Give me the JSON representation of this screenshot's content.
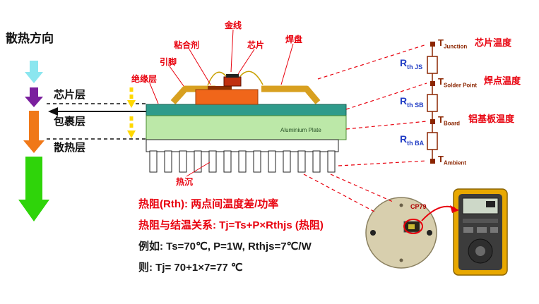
{
  "left_panel": {
    "title": "散热方向",
    "layers": [
      {
        "label": "芯片层"
      },
      {
        "label": "包裹层"
      },
      {
        "label": "散热层"
      }
    ]
  },
  "package_diagram": {
    "labels": {
      "gold_wire": "金线",
      "adhesive": "粘合剂",
      "chip": "芯片",
      "solder_pad": "焊盘",
      "lead_pin": "引脚",
      "insulation": "绝缘层",
      "heat_sink": "热沉",
      "aluminium_plate": "Aluminium Plate"
    }
  },
  "thermal_circuit": {
    "nodes": [
      {
        "symbol": "T",
        "sub": "Junction",
        "temp_label": "芯片温度"
      },
      {
        "symbol": "T",
        "sub": "Solder Point",
        "temp_label": "焊点温度"
      },
      {
        "symbol": "T",
        "sub": "Board",
        "temp_label": "铝基板温度"
      },
      {
        "symbol": "T",
        "sub": "Ambient"
      }
    ],
    "resistors": [
      {
        "symbol": "R",
        "sub": "th JS"
      },
      {
        "symbol": "R",
        "sub": "th SB"
      },
      {
        "symbol": "R",
        "sub": "th BA"
      }
    ]
  },
  "formulas": {
    "line1": "热阻(Rth): 两点间温度差/功率",
    "line2": "热阻与结温关系: Tj=Ts+P×Rthjs (热阻)",
    "line3": "例如: Ts=70℃, P=1W, Rthjs=7℃/W",
    "line4": "则: Tj= 70+1×7=77 ℃"
  },
  "photos": {
    "board_marking": "CP79"
  },
  "colors": {
    "accent_red": "#e8000d",
    "circuit_blue": "#1f3bc4",
    "node_dark_red": "#8b2500"
  }
}
